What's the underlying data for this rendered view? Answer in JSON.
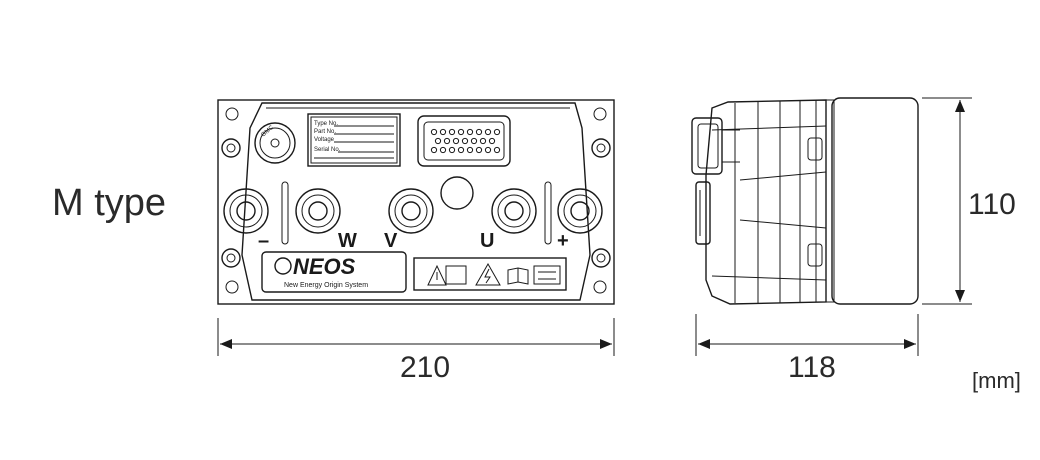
{
  "type_label": "M type",
  "dimensions": {
    "width": "210",
    "depth": "118",
    "height": "110"
  },
  "unit": "[mm]",
  "front_view": {
    "terminals": [
      "–",
      "W",
      "V",
      "U",
      "+"
    ],
    "logo": "NEOS",
    "tagline": "New Energy Origin System",
    "nameplate_rows": [
      "Type No.",
      "Part No.",
      "Voltage",
      "Serial No."
    ],
    "warning_icons": [
      "caution-triangle-icon",
      "high-voltage-icon",
      "manual-book-icon",
      "wrench-torque-icon"
    ]
  }
}
